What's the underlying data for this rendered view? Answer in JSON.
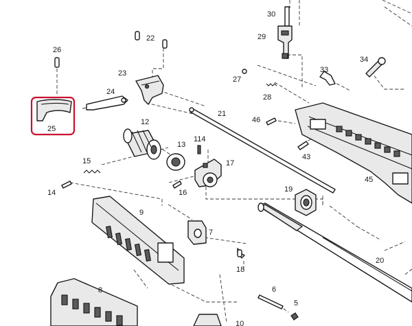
{
  "highlight_color": "#c8102e",
  "parts": [
    {
      "id": "p30",
      "label": "30"
    },
    {
      "id": "p22",
      "label": "22"
    },
    {
      "id": "p29",
      "label": "29"
    },
    {
      "id": "p26",
      "label": "26"
    },
    {
      "id": "p34",
      "label": "34"
    },
    {
      "id": "p23",
      "label": "23"
    },
    {
      "id": "p33",
      "label": "33"
    },
    {
      "id": "p27",
      "label": "27"
    },
    {
      "id": "p24",
      "label": "24"
    },
    {
      "id": "p28",
      "label": "28"
    },
    {
      "id": "p25",
      "label": "25",
      "highlighted": true
    },
    {
      "id": "p21",
      "label": "21"
    },
    {
      "id": "p12",
      "label": "12"
    },
    {
      "id": "p46",
      "label": "46"
    },
    {
      "id": "p114",
      "label": "114"
    },
    {
      "id": "p13",
      "label": "13"
    },
    {
      "id": "p43",
      "label": "43"
    },
    {
      "id": "p15",
      "label": "15"
    },
    {
      "id": "p17",
      "label": "17"
    },
    {
      "id": "p45",
      "label": "45"
    },
    {
      "id": "p14",
      "label": "14"
    },
    {
      "id": "p16",
      "label": "16"
    },
    {
      "id": "p19",
      "label": "19"
    },
    {
      "id": "p9",
      "label": "9"
    },
    {
      "id": "p7",
      "label": "7"
    },
    {
      "id": "p20",
      "label": "20"
    },
    {
      "id": "p18",
      "label": "18"
    },
    {
      "id": "p8",
      "label": "8"
    },
    {
      "id": "p6",
      "label": "6"
    },
    {
      "id": "p5",
      "label": "5"
    },
    {
      "id": "p10",
      "label": "10"
    }
  ]
}
